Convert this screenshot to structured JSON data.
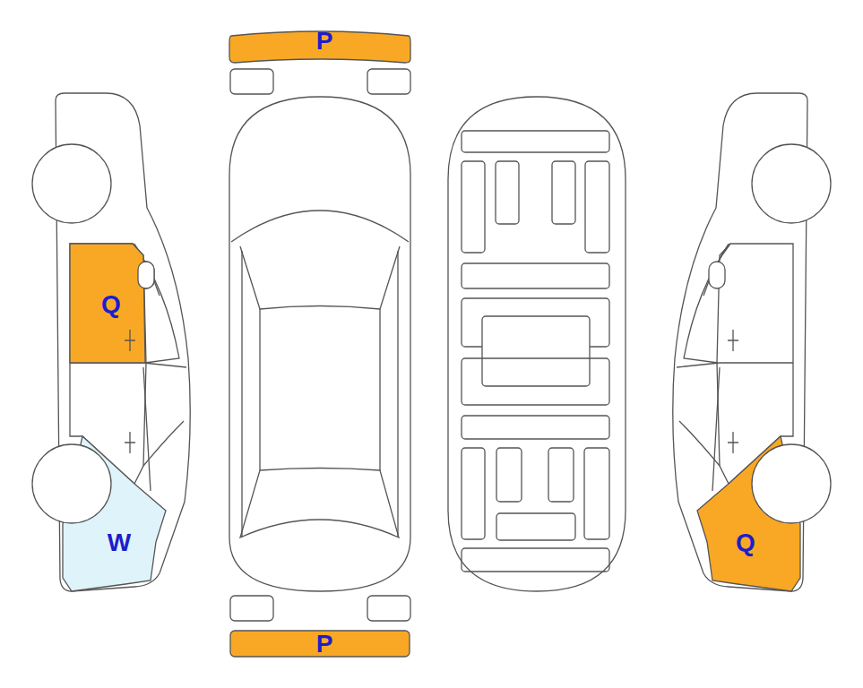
{
  "diagram": {
    "labels": [
      "P",
      "Q",
      "W",
      "Q",
      "P"
    ]
  }
}
